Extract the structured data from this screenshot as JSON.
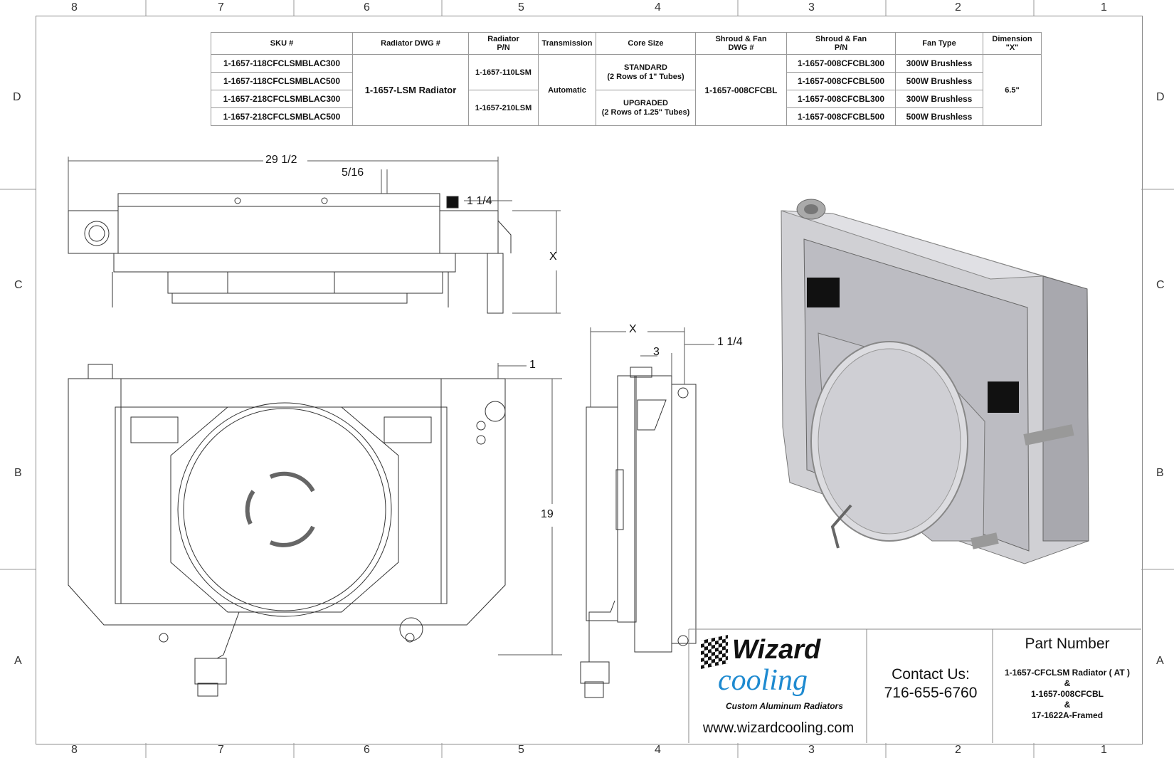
{
  "zones": {
    "columns": [
      "8",
      "7",
      "6",
      "5",
      "4",
      "3",
      "2",
      "1"
    ],
    "rows": [
      "D",
      "C",
      "B",
      "A"
    ]
  },
  "table": {
    "headers": [
      "SKU #",
      "Radiator DWG #",
      "Radiator\nP/N",
      "Transmission",
      "Core Size",
      "Shroud & Fan\nDWG #",
      "Shroud & Fan\nP/N",
      "Fan Type",
      "Dimension\n\"X\""
    ],
    "skus": [
      "1-1657-118CFCLSMBLAC300",
      "1-1657-118CFCLSMBLAC500",
      "1-1657-218CFCLSMBLAC300",
      "1-1657-218CFCLSMBLAC500"
    ],
    "radiator_dwg": "1-1657-LSM Radiator",
    "radiator_pn": [
      "1-1657-110LSM",
      "1-1657-210LSM"
    ],
    "transmission": "Automatic",
    "core_size": [
      {
        "name": "STANDARD",
        "detail": "(2 Rows of 1\" Tubes)"
      },
      {
        "name": "UPGRADED",
        "detail": "(2 Rows of 1.25\" Tubes)"
      }
    ],
    "shroud_dwg": "1-1657-008CFCBL",
    "shroud_pn": [
      "1-1657-008CFCBL300",
      "1-1657-008CFCBL500",
      "1-1657-008CFCBL300",
      "1-1657-008CFCBL500"
    ],
    "fan_type": [
      "300W Brushless",
      "500W Brushless",
      "300W Brushless",
      "500W Brushless"
    ],
    "dimension_x": "6.5\""
  },
  "dimensions": {
    "width": "29 1/2",
    "offset": "5/16",
    "inlet": "1 1/4",
    "depth": "X",
    "height": "19",
    "top_offset": "1",
    "side_depth": "X",
    "side_core": "3",
    "side_inlet": "1 1/4"
  },
  "logo": {
    "line1": "Wizard",
    "line2": "cooling",
    "tagline": "Custom Aluminum Radiators",
    "url": "www.wizardcooling.com"
  },
  "contact": {
    "label": "Contact Us:",
    "phone": "716-655-6760"
  },
  "part_number": {
    "title": "Part Number",
    "lines": [
      "1-1657-CFCLSM Radiator ( AT )",
      "&",
      "1-1657-008CFCBL",
      "&",
      "17-1622A-Framed"
    ]
  },
  "colors": {
    "accent": "#1e8ad0",
    "render_metal": "#c8c8cc"
  }
}
